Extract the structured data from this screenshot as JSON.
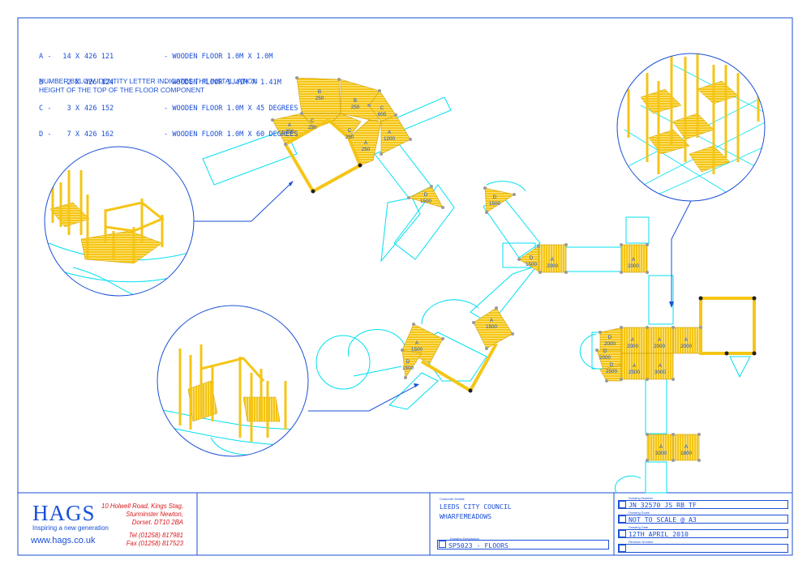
{
  "legend": [
    {
      "letter": "A -",
      "qty": "14 X",
      "code": "426 121",
      "desc": "- WOODEN FLOOR 1.0M X 1.0M"
    },
    {
      "letter": "B -",
      "qty": "2 X",
      "code": "426 124",
      "desc": "- WOODEN FLOOR 1.41M X 1.41M"
    },
    {
      "letter": "C -",
      "qty": "3 X",
      "code": "426 152",
      "desc": "- WOODEN FLOOR 1.0M X 45 DEGREES"
    },
    {
      "letter": "D -",
      "qty": "7 X",
      "code": "426 162",
      "desc": "- WOODEN FLOOR 1.0M X 60 DEGREES"
    }
  ],
  "note": "NUMBER BELOW IDENTITY LETTER INDICATES THE INSTALLATION HEIGHT OF THE TOP OF THE FLOOR COMPONENT",
  "floor_labels": [
    {
      "id": "B",
      "h": "250"
    },
    {
      "id": "B",
      "h": "250"
    },
    {
      "id": "A",
      "h": "250"
    },
    {
      "id": "C",
      "h": "250"
    },
    {
      "id": "C",
      "h": "250"
    },
    {
      "id": "C",
      "h": "600"
    },
    {
      "id": "A",
      "h": "250"
    },
    {
      "id": "A",
      "h": "1200"
    },
    {
      "id": "D",
      "h": "1500"
    },
    {
      "id": "D",
      "h": "1500"
    },
    {
      "id": "D",
      "h": "1500"
    },
    {
      "id": "A",
      "h": "2000"
    },
    {
      "id": "A",
      "h": "2000"
    },
    {
      "id": "A",
      "h": "1500"
    },
    {
      "id": "A",
      "h": "1500"
    },
    {
      "id": "D",
      "h": "1500"
    },
    {
      "id": "D",
      "h": "2000"
    },
    {
      "id": "A",
      "h": "2000"
    },
    {
      "id": "A",
      "h": "2000"
    },
    {
      "id": "A",
      "h": "2000"
    },
    {
      "id": "D",
      "h": "2000"
    },
    {
      "id": "D",
      "h": "2500"
    },
    {
      "id": "A",
      "h": "2500"
    },
    {
      "id": "A",
      "h": "3000"
    },
    {
      "id": "A",
      "h": "3300"
    },
    {
      "id": "A",
      "h": "1800"
    }
  ],
  "company": {
    "name": "HAGS",
    "tagline": "Inspiring a new generation",
    "website": "www.hags.co.uk",
    "address": [
      "10 Holwell Road, Kings Stag,",
      "Sturminster Newton,",
      "Dorset. DT10 2BA"
    ],
    "tel": "Tel (01258) 817981",
    "fax": "Fax (01258) 817523"
  },
  "titleblock": {
    "customer_caption": "Customer Details",
    "customer": "LEEDS CITY COUNCIL",
    "site": "WHARFEMEADOWS",
    "description_caption": "Drawing Description",
    "description": "SP5023 - FLOORS",
    "number_caption": "Drawing Number",
    "number": "JN 32570 JS RB TF",
    "scale_caption": "Drawing Scale",
    "scale": "NOT TO SCALE @ A3",
    "date_caption": "Drawing Date",
    "date": "12TH APRIL 2010",
    "revision_caption": "Revision Number",
    "revision": ""
  },
  "colors": {
    "frame": "#1a4fd6",
    "path": "#00e0f0",
    "timber": "#f5c516",
    "timber_line": "#ffffff",
    "post": "#9a9a9a",
    "red": "#d9171b"
  }
}
